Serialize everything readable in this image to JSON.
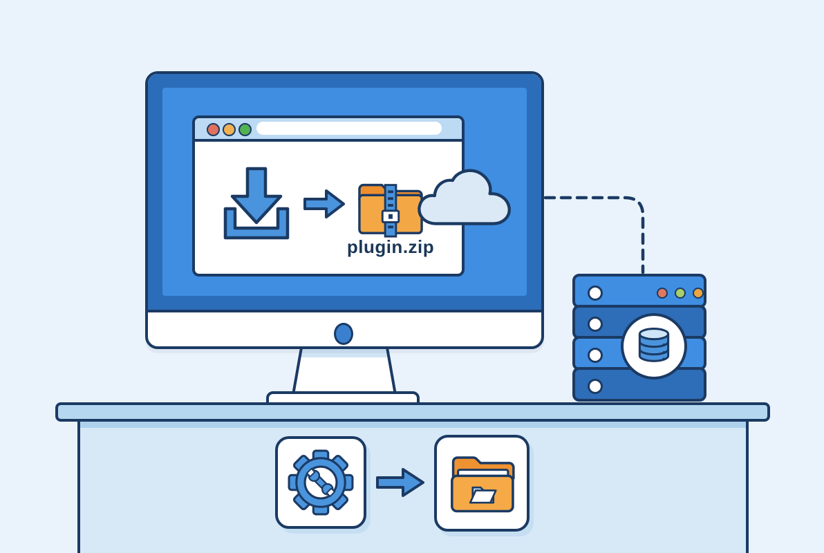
{
  "scene": {
    "description": "Flat illustration of downloading plugin.zip in a browser on a desktop monitor, synced to a cloud and a database server, with an install-to-folder workflow below",
    "background_color": "#eaf3fb",
    "outline_color": "#1b3a63"
  },
  "monitor": {
    "bezel_color": "#2c6db9",
    "screen_color": "#3f8ee2",
    "chin_color": "#ffffff",
    "power_dot_color": "#3a80cf"
  },
  "browser": {
    "bar_color": "#bcdaf3",
    "traffic_lights": [
      {
        "name": "close",
        "color": "#e0715c"
      },
      {
        "name": "minimize",
        "color": "#f0b153"
      },
      {
        "name": "zoom",
        "color": "#54b154"
      }
    ],
    "address_bar_value": ""
  },
  "flow": {
    "steps": [
      "download",
      "arrow-right",
      "zipped-folder",
      "cloud"
    ],
    "file_label": "plugin.zip"
  },
  "connector": {
    "style": "dashed",
    "color": "#1b3a63"
  },
  "server": {
    "rows": 4,
    "row_colors": [
      "#3f8ee2",
      "#2e6db8",
      "#3f8ee2",
      "#2e6db8"
    ],
    "status_led_colors": [
      "#e0785f",
      "#a7cf6a",
      "#eca53f"
    ],
    "badge_icon": "database"
  },
  "workflow_cards": [
    {
      "icon": "gear-wrench",
      "accent": "#4a94dd"
    },
    {
      "icon": "open-folder",
      "accent": "#f5a947"
    }
  ],
  "palette": {
    "accent_blue": "#4a94dd",
    "cloud_fill": "#dbe9f7",
    "desk_top": "#b5d8f0",
    "desk_front": "#d7e9f7",
    "folder_orange": "#f4a845",
    "folder_orange_dark": "#ee8f2e",
    "label_color": "#1c3757"
  }
}
